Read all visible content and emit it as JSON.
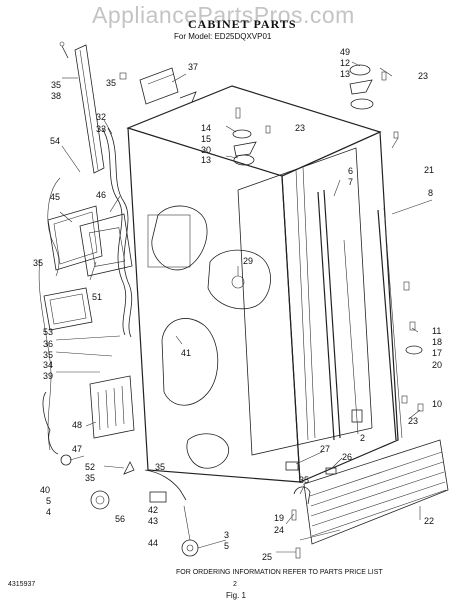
{
  "watermark": "AppliancePartsPros.com",
  "title": "CABINET PARTS",
  "model_line": "For Model: ED25DQXVP01",
  "footer": {
    "left_code": "4315937",
    "center_page": "2",
    "note": "FOR ORDERING INFORMATION REFER TO PARTS PRICE LIST",
    "bottom_mark": "Fig. 1"
  },
  "callouts": [
    "35",
    "38",
    "54",
    "35",
    "37",
    "32",
    "33",
    "46",
    "45",
    "35",
    "51",
    "53",
    "36",
    "35",
    "34",
    "39",
    "48",
    "47",
    "52",
    "35",
    "40",
    "5",
    "4",
    "56",
    "42",
    "43",
    "44",
    "35",
    "49",
    "12",
    "13",
    "23",
    "14",
    "15",
    "30",
    "13",
    "23",
    "21",
    "6",
    "7",
    "8",
    "29",
    "41",
    "11",
    "18",
    "17",
    "20",
    "10",
    "23",
    "27",
    "2",
    "26",
    "35",
    "19",
    "24",
    "3",
    "5",
    "25",
    "22"
  ]
}
